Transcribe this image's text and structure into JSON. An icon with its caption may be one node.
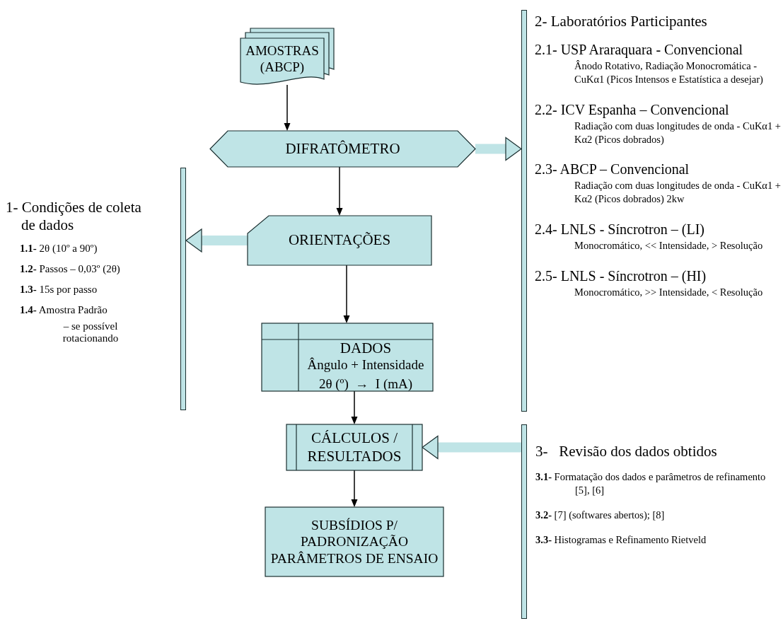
{
  "diagram": {
    "nodes": [
      {
        "text": [
          "AMOSTRAS (ABCP)"
        ]
      },
      {
        "text": [
          "DIFRATÔMETRO"
        ]
      },
      {
        "text": [
          "ORIENTAÇÕES"
        ]
      },
      {
        "text": [
          "DADOS",
          "Ângulo + Intensidade",
          "2θ (º)  →  I (mA)"
        ]
      },
      {
        "text": [
          "CÁLCULOS / RESULTADOS"
        ]
      },
      {
        "text": [
          "SUBSÍDIOS P/ PADRONIZAÇÃO PARÂMETROS DE ENSAIO"
        ]
      },
      {
        "text": [],
        "shape": "bar"
      },
      {
        "text": [],
        "shape": "bar"
      },
      {
        "text": [],
        "shape": "bar"
      }
    ],
    "edges": [
      {
        "from": 0,
        "to": 1,
        "arrow": "to"
      },
      {
        "from": 1,
        "to": 2,
        "arrow": "to"
      },
      {
        "from": 2,
        "to": 3,
        "arrow": "to"
      },
      {
        "from": 3,
        "to": 4,
        "arrow": "to"
      },
      {
        "from": 4,
        "to": 5,
        "arrow": "to"
      },
      {
        "from": 1,
        "to": 7,
        "arrow": "to",
        "style": "thick",
        "color": "#bfe4e6"
      },
      {
        "from": 2,
        "to": 6,
        "arrow": "to",
        "style": "thick",
        "color": "#bfe4e6"
      },
      {
        "from": 8,
        "to": 4,
        "arrow": "to",
        "style": "thick",
        "color": "#bfe4e6"
      }
    ],
    "labels": [
      "2- Laboratórios Participantes",
      "2.1- USP Araraquara - Convencional",
      "Ânodo Rotativo, Radiação Monocromática - CuKα1 (Picos Intensos e Estatística a desejar)",
      "2.2- ICV Espanha – Convencional",
      "Radiação com duas longitudes de onda - CuKα1 + Kα2 (Picos dobrados)",
      "1- Condições de coleta de dados",
      "**1.1-** 2θ (10º a 90º)",
      "**1.2-** Passos – 0,03º (2θ)",
      "**1.3-** 15s por passo",
      "**1.4-** Amostra Padrão",
      "– se possível rotacionando",
      "2.3- ABCP – Convencional",
      "Radiação com duas longitudes de onda - CuKα1 + Kα2 (Picos dobrados) 2kw",
      "2.4- LNLS - Síncrotron – (LI)",
      "Monocromático, << Intensidade, > Resolução",
      "2.5- LNLS - Síncrotron – (HI)",
      "Monocromático, >> Intensidade, < Resolução",
      "3-   Revisão dos dados obtidos",
      "**3.1-** Formatação dos dados e parâmetros de refinamento [5], [6]",
      "**3.2-** [7] (softwares abertos); [8]",
      "**3.3-** Histogramas e Refinamento Rietveld"
    ]
  }
}
